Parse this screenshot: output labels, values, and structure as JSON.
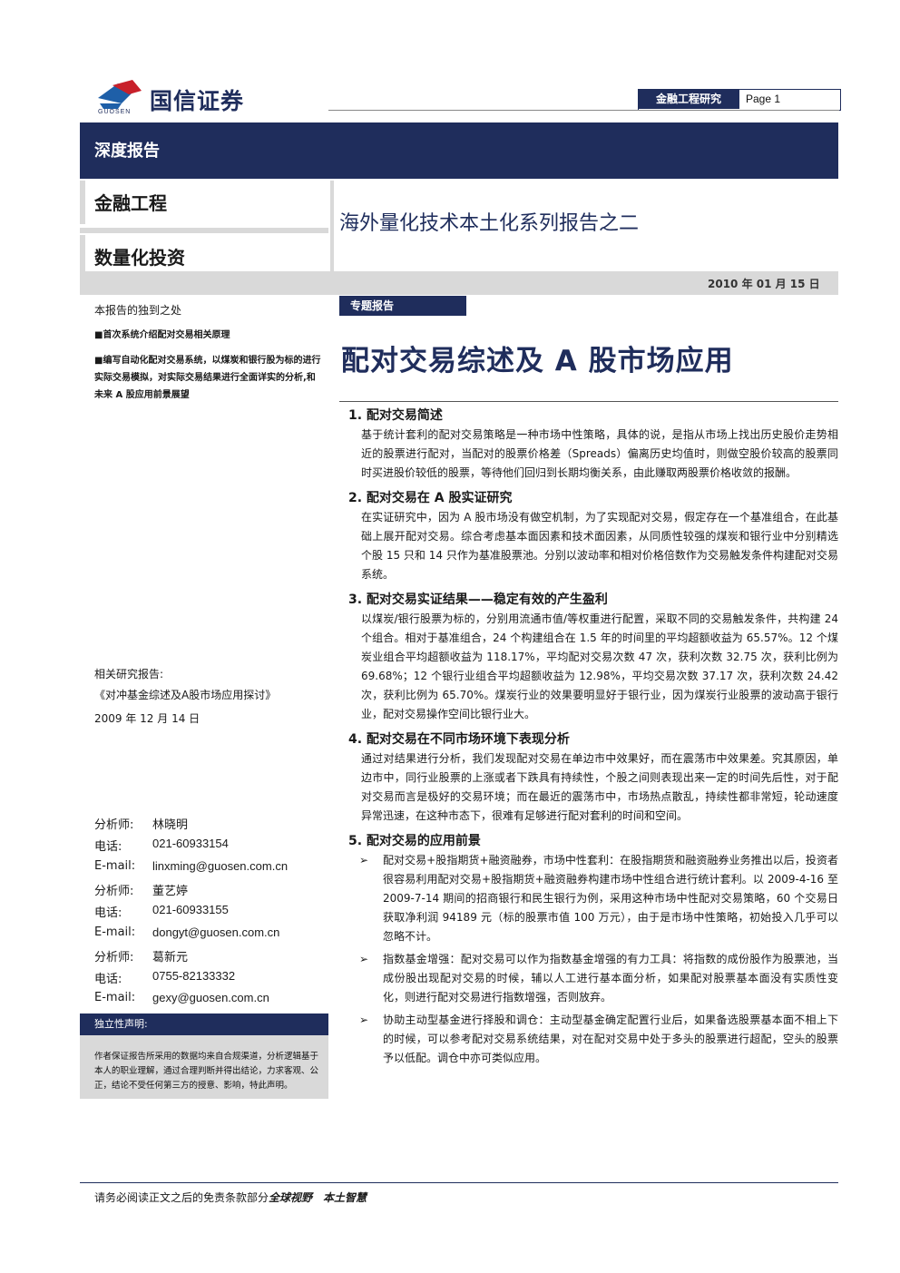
{
  "header": {
    "logo_cn": "国信证券",
    "logo_en": "GUOSEN",
    "dept": "金融工程研究",
    "page": "Page 1"
  },
  "band_title": "深度报告",
  "section1": "金融工程",
  "section2": "数量化投资",
  "series_title": "海外量化技术本土化系列报告之二",
  "date": "2010 年 01 月 15 日",
  "left": {
    "unique_title": "本报告的独到之处",
    "unique_items": [
      "■首次系统介绍配对交易相关原理",
      "■编写自动化配对交易系统，以煤炭和银行股为标的进行实际交易模拟，对实际交易结果进行全面详实的分析,和未来 A 股应用前景展望"
    ],
    "related_title": "相关研究报告:",
    "related_name": "《对冲基金综述及A股市场应用探讨》",
    "related_date": "2009 年 12 月 14 日",
    "analysts": [
      {
        "label": "分析师:",
        "value": "林晓明"
      },
      {
        "label": "电话:",
        "value": "021-60933154"
      },
      {
        "label": "E-mail:",
        "value": "linxming@guosen.com.cn"
      },
      {
        "label": "分析师:",
        "value": "董艺婷"
      },
      {
        "label": "电话:",
        "value": "021-60933155"
      },
      {
        "label": "E-mail:",
        "value": "dongyt@guosen.com.cn"
      },
      {
        "label": "分析师:",
        "value": "葛新元"
      },
      {
        "label": "电话:",
        "value": "0755-82133332"
      },
      {
        "label": "E-mail:",
        "value": "gexy@guosen.com.cn"
      }
    ],
    "disclaimer_title": "独立性声明:",
    "disclaimer_text": "作者保证报告所采用的数据均来自合规渠道，分析逻辑基于本人的职业理解，通过合理判断并得出结论，力求客观、公正，结论不受任何第三方的授意、影响，特此声明。"
  },
  "main": {
    "tag": "专题报告",
    "title": "配对交易综述及 A 股市场应用",
    "sections": [
      {
        "heading": "1. 配对交易简述",
        "text": "基于统计套利的配对交易策略是一种市场中性策略，具体的说，是指从市场上找出历史股价走势相近的股票进行配对，当配对的股票价格差（Spreads）偏离历史均值时，则做空股价较高的股票同时买进股价较低的股票，等待他们回归到长期均衡关系，由此赚取两股票价格收敛的报酬。"
      },
      {
        "heading": "2. 配对交易在 A 股实证研究",
        "text": "在实证研究中，因为 A 股市场没有做空机制，为了实现配对交易，假定存在一个基准组合，在此基础上展开配对交易。综合考虑基本面因素和技术面因素，从同质性较强的煤炭和银行业中分别精选个股 15 只和 14 只作为基准股票池。分别以波动率和相对价格倍数作为交易触发条件构建配对交易系统。"
      },
      {
        "heading": "3. 配对交易实证结果——稳定有效的产生盈利",
        "text": "以煤炭/银行股票为标的，分别用流通市值/等权重进行配置，采取不同的交易触发条件，共构建 24 个组合。相对于基准组合，24 个构建组合在 1.5 年的时间里的平均超额收益为 65.57%。12 个煤炭业组合平均超额收益为 118.17%，平均配对交易次数 47 次，获利次数 32.75 次，获利比例为 69.68%；12 个银行业组合平均超额收益为 12.98%，平均交易次数 37.17 次，获利次数 24.42 次，获利比例为 65.70%。煤炭行业的效果要明显好于银行业，因为煤炭行业股票的波动高于银行业，配对交易操作空间比银行业大。"
      },
      {
        "heading": "4. 配对交易在不同市场环境下表现分析",
        "text": "通过对结果进行分析，我们发现配对交易在单边市中效果好，而在震荡市中效果差。究其原因，单边市中，同行业股票的上涨或者下跌具有持续性，个股之间则表现出来一定的时间先后性，对于配对交易而言是极好的交易环境；而在最近的震荡市中，市场热点散乱，持续性都非常短，轮动速度异常迅速，在这种市态下，很难有足够进行配对套利的时间和空间。"
      },
      {
        "heading": "5. 配对交易的应用前景"
      }
    ],
    "bullets": [
      "配对交易+股指期货+融资融券，市场中性套利：在股指期货和融资融券业务推出以后，投资者很容易利用配对交易+股指期货+融资融券构建市场中性组合进行统计套利。以 2009-4-16 至 2009-7-14 期间的招商银行和民生银行为例，采用这种市场中性配对交易策略，60 个交易日获取净利润 94189 元（标的股票市值 100 万元），由于是市场中性策略，初始投入几乎可以忽略不计。",
      "指数基金增强：配对交易可以作为指数基金增强的有力工具：将指数的成份股作为股票池，当成份股出现配对交易的时候，辅以人工进行基本面分析，如果配对股票基本面没有实质性变化，则进行配对交易进行指数增强，否则放弃。",
      "协助主动型基金进行择股和调仓：主动型基金确定配置行业后，如果备选股票基本面不相上下的时候，可以参考配对交易系统结果，对在配对交易中处于多头的股票进行超配，空头的股票予以低配。调仓中亦可类似应用。"
    ],
    "bullet_mark": "➢"
  },
  "footer": {
    "text": "请务必阅读正文之后的免责条款部分",
    "slogan": "全球视野　本土智慧"
  },
  "colors": {
    "navy": "#1f2d5c",
    "grey": "#d9d9d9",
    "logo_red": "#c8202a",
    "logo_blue": "#1e5fa8"
  }
}
